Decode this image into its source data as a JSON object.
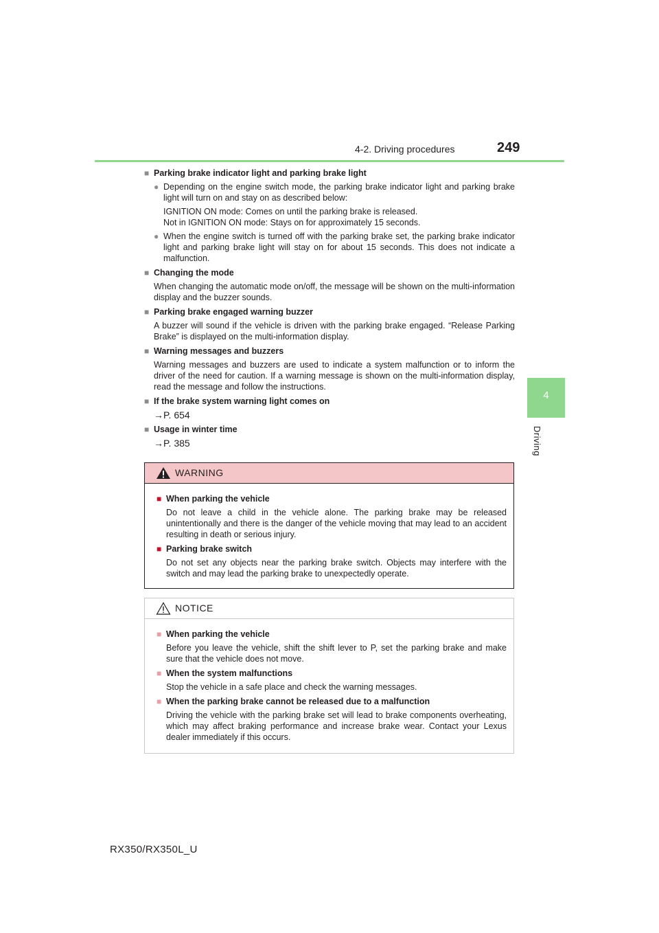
{
  "header": {
    "title": "4-2. Driving procedures",
    "page_number": "249"
  },
  "side_tab": {
    "number": "4",
    "label": "Driving"
  },
  "sections": {
    "s1": {
      "title": "Parking brake indicator light and parking brake light",
      "b1": "Depending on the engine switch mode, the parking brake indicator light and parking brake light will turn on and stay on as described below:",
      "b1_l1": "IGNITION ON mode: Comes on until the parking brake is released.",
      "b1_l2": "Not in IGNITION ON mode: Stays on for approximately 15 seconds.",
      "b2": "When the engine switch is turned off with the parking brake set, the parking brake indicator light and parking brake light will stay on for about 15 seconds. This does not indicate a malfunction."
    },
    "s2": {
      "title": "Changing the mode",
      "text": "When changing the automatic mode on/off, the message will be shown on the multi-information display and the buzzer sounds."
    },
    "s3": {
      "title": "Parking brake engaged warning buzzer",
      "text": "A buzzer will sound if the vehicle is driven with the parking brake engaged. “Release Parking Brake” is displayed on the multi-information display."
    },
    "s4": {
      "title": "Warning messages and buzzers",
      "text": "Warning messages and buzzers are used to indicate a system malfunction or to inform the driver of the need for caution. If a warning message is shown on the multi-information display, read the message and follow the instructions."
    },
    "s5": {
      "title": "If the brake system warning light comes on",
      "ref": "→P. 654"
    },
    "s6": {
      "title": "Usage in winter time",
      "ref": "→P. 385"
    }
  },
  "warning": {
    "title": "WARNING",
    "items": [
      {
        "title": "When parking the vehicle",
        "text": "Do not leave a child in the vehicle alone. The parking brake may be released unintentionally and there is the danger of the vehicle moving that may lead to an accident resulting in death or serious injury."
      },
      {
        "title": "Parking brake switch",
        "text": "Do not set any objects near the parking brake switch. Objects may interfere with the switch and may lead the parking brake to unexpectedly operate."
      }
    ]
  },
  "notice": {
    "title": "NOTICE",
    "items": [
      {
        "title": "When parking the vehicle",
        "text": "Before you leave the vehicle, shift the shift lever to P, set the parking brake and make sure that the vehicle does not move."
      },
      {
        "title": "When the system malfunctions",
        "text": "Stop the vehicle in a safe place and check the warning messages."
      },
      {
        "title": "When the parking brake cannot be released due to a malfunction",
        "text": "Driving the vehicle with the parking brake set will lead to brake components overheating, which may affect braking performance and increase brake wear. Contact your Lexus dealer immediately if this occurs."
      }
    ]
  },
  "footer": {
    "model": "RX350/RX350L_U"
  },
  "colors": {
    "accent_green": "#8fd68f",
    "warning_fill": "#f5c6c8",
    "warning_square": "#c8102e",
    "notice_square": "#e8a0a8"
  }
}
